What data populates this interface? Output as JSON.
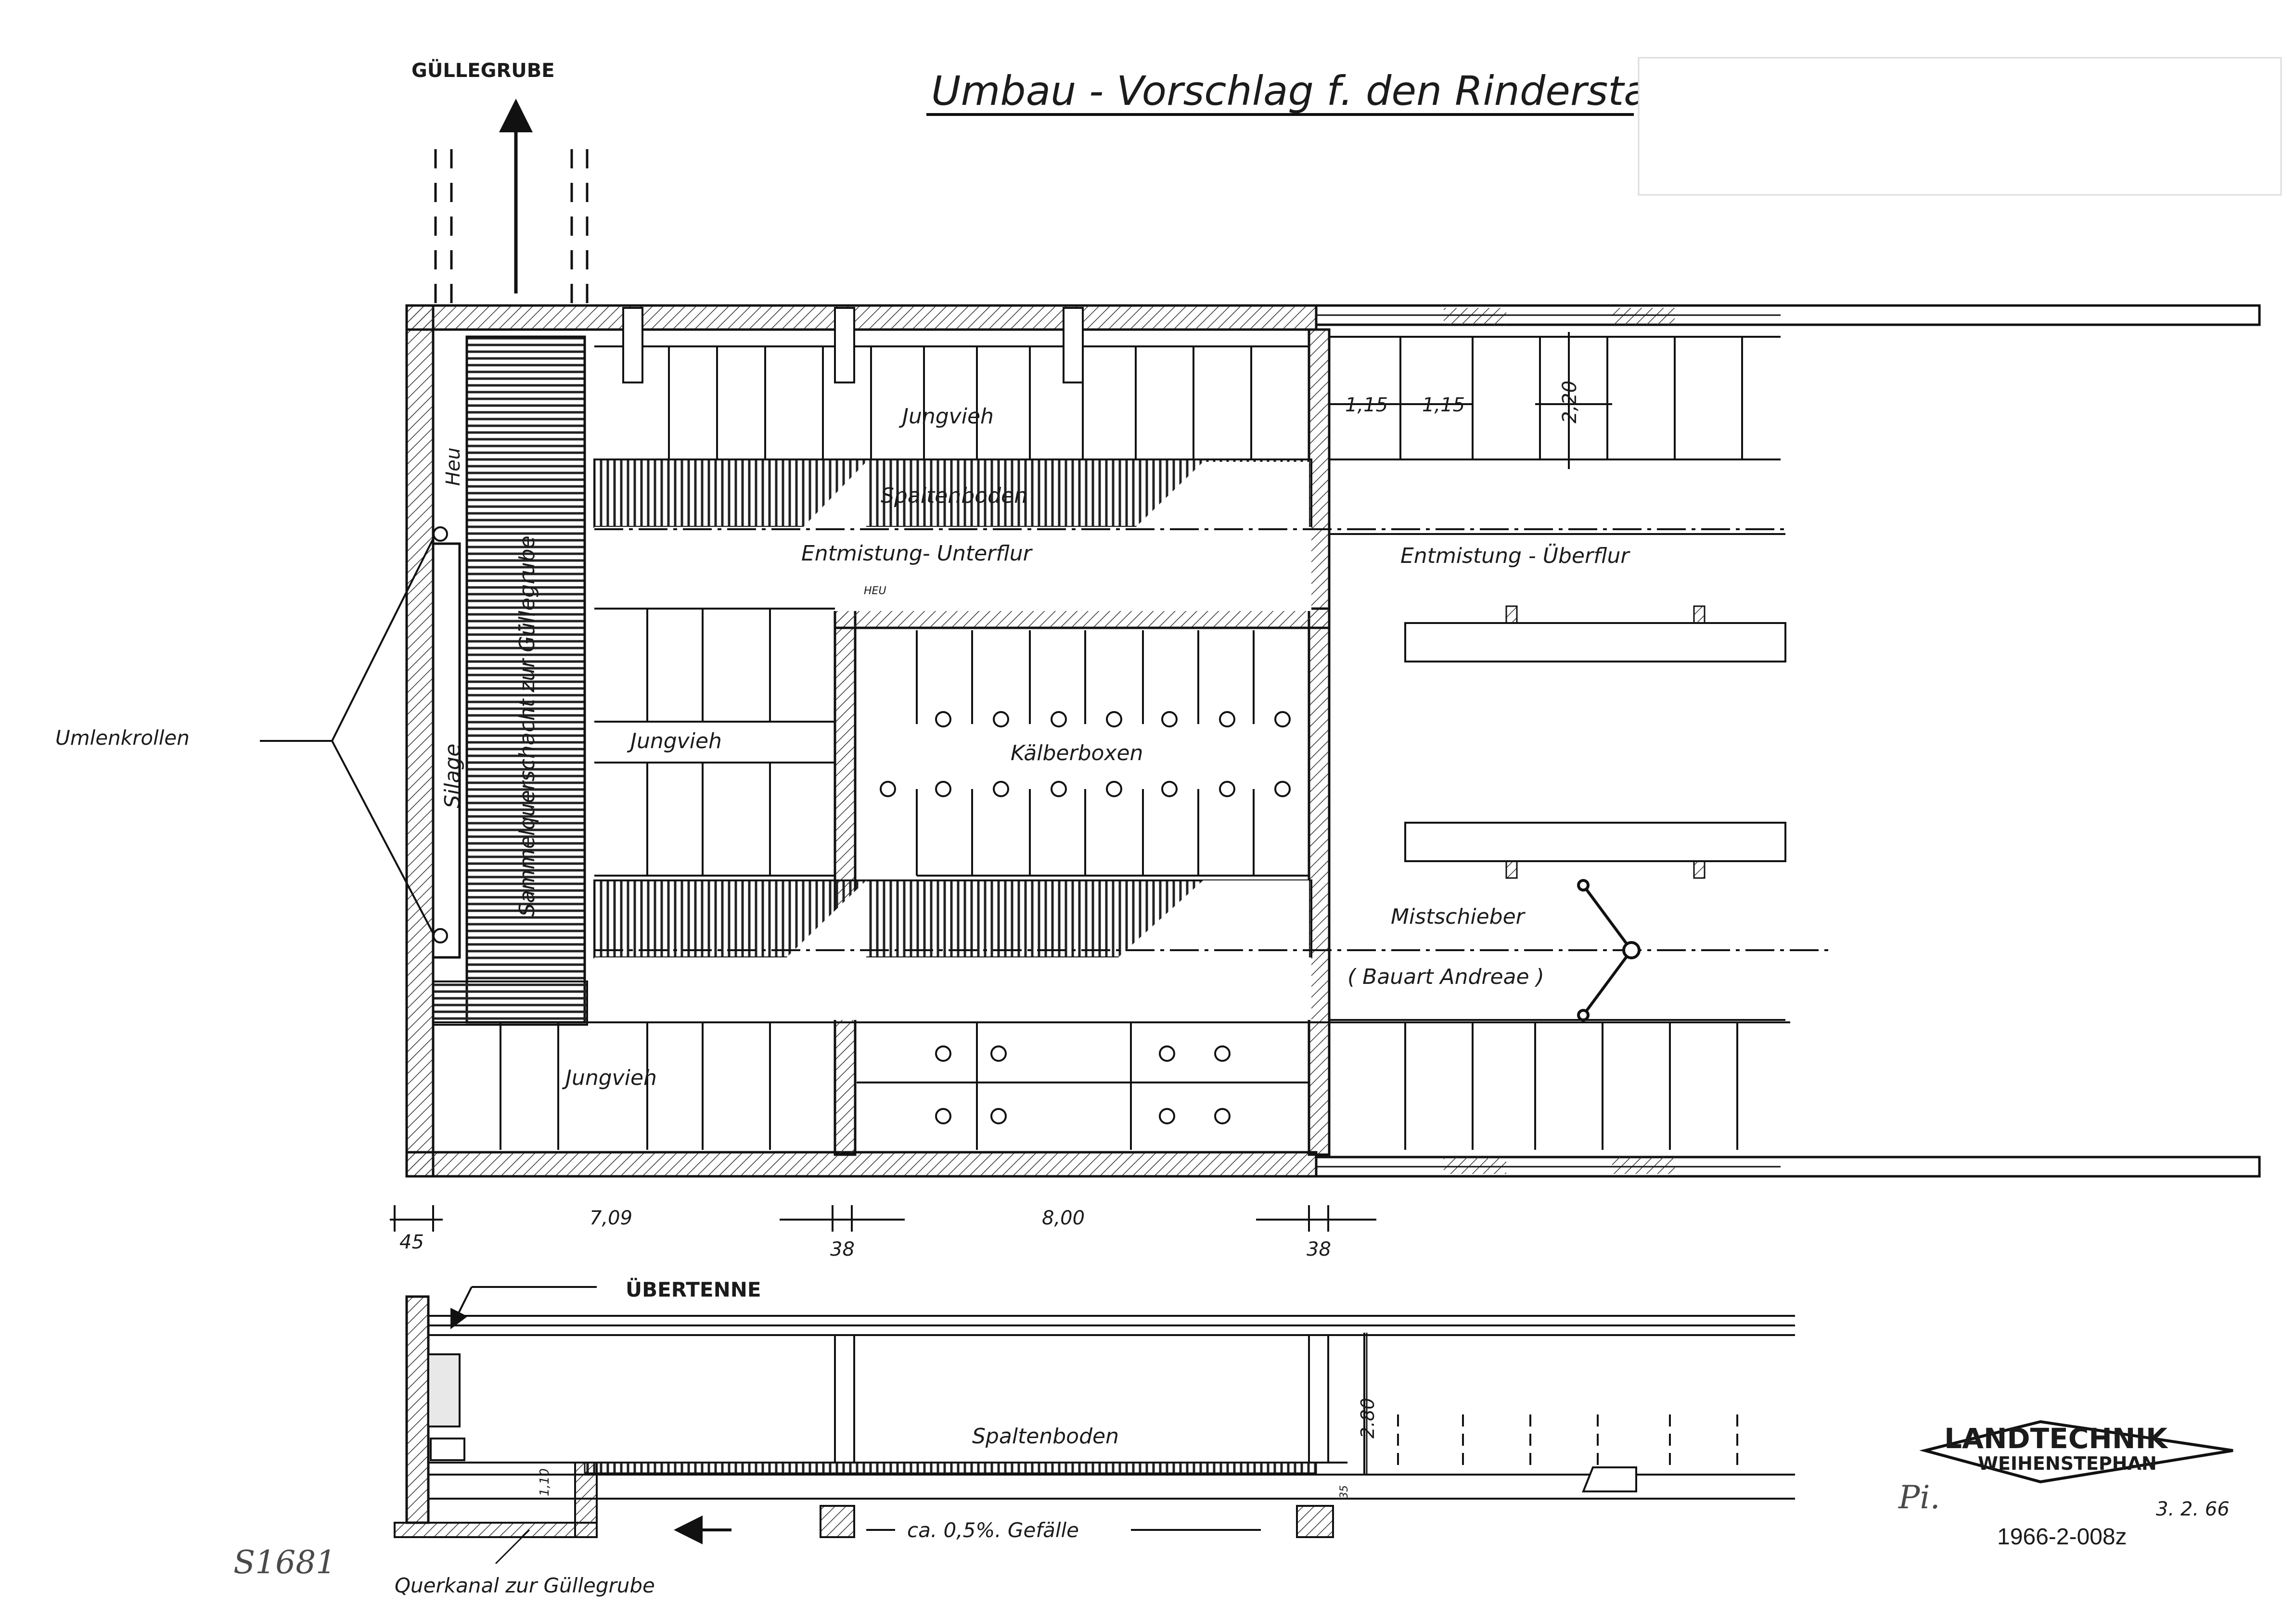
{
  "title": "Umbau - Vorschlag f. den Rinderstall,",
  "labels": {
    "guellegrube_top": "GÜLLEGRUBE",
    "heu_left": "Heu",
    "sammelquerschacht": "Sammelquerschacht zur Güllegrube",
    "silage": "Silage",
    "umlenkrollen": "Umlenkrollen",
    "jungvieh_top": "Jungvieh",
    "jungvieh_mid": "Jungvieh",
    "jungvieh_bottom": "Jungvieh",
    "spaltenboden_plan": "Spaltenboden",
    "entmistung_unterflur": "Entmistung- Unterflur",
    "entmistung_ueberflur": "Entmistung - Überflur",
    "heu_small": "HEU",
    "kaelberboxen": "Kälberboxen",
    "mistschieber": "Mistschieber",
    "bauart": "( Bauart Andreae )",
    "uebertenne": "ÜBERTENNE",
    "spaltenboden_section": "Spaltenboden",
    "gefaelle": "ca. 0,5%. Gefälle",
    "querkanal": "Querkanal zur Güllegrube"
  },
  "dimensions": {
    "d_1_15_a": "1,15",
    "d_1_15_b": "1,15",
    "d_2_20": "2,20",
    "d_45": "45",
    "d_7_09": "7,09",
    "d_38_a": "38",
    "d_8_00": "8,00",
    "d_38_b": "38",
    "d_2_80": "2.80",
    "d_1_10": "1,10",
    "d_35": "35"
  },
  "stamp": {
    "line1": "LANDTECHNIK",
    "line2": "WEIHENSTEPHAN",
    "initials": "Pi.",
    "date": "3. 2. 66",
    "code": "1966-2-008z"
  },
  "archive_number": "S1681"
}
